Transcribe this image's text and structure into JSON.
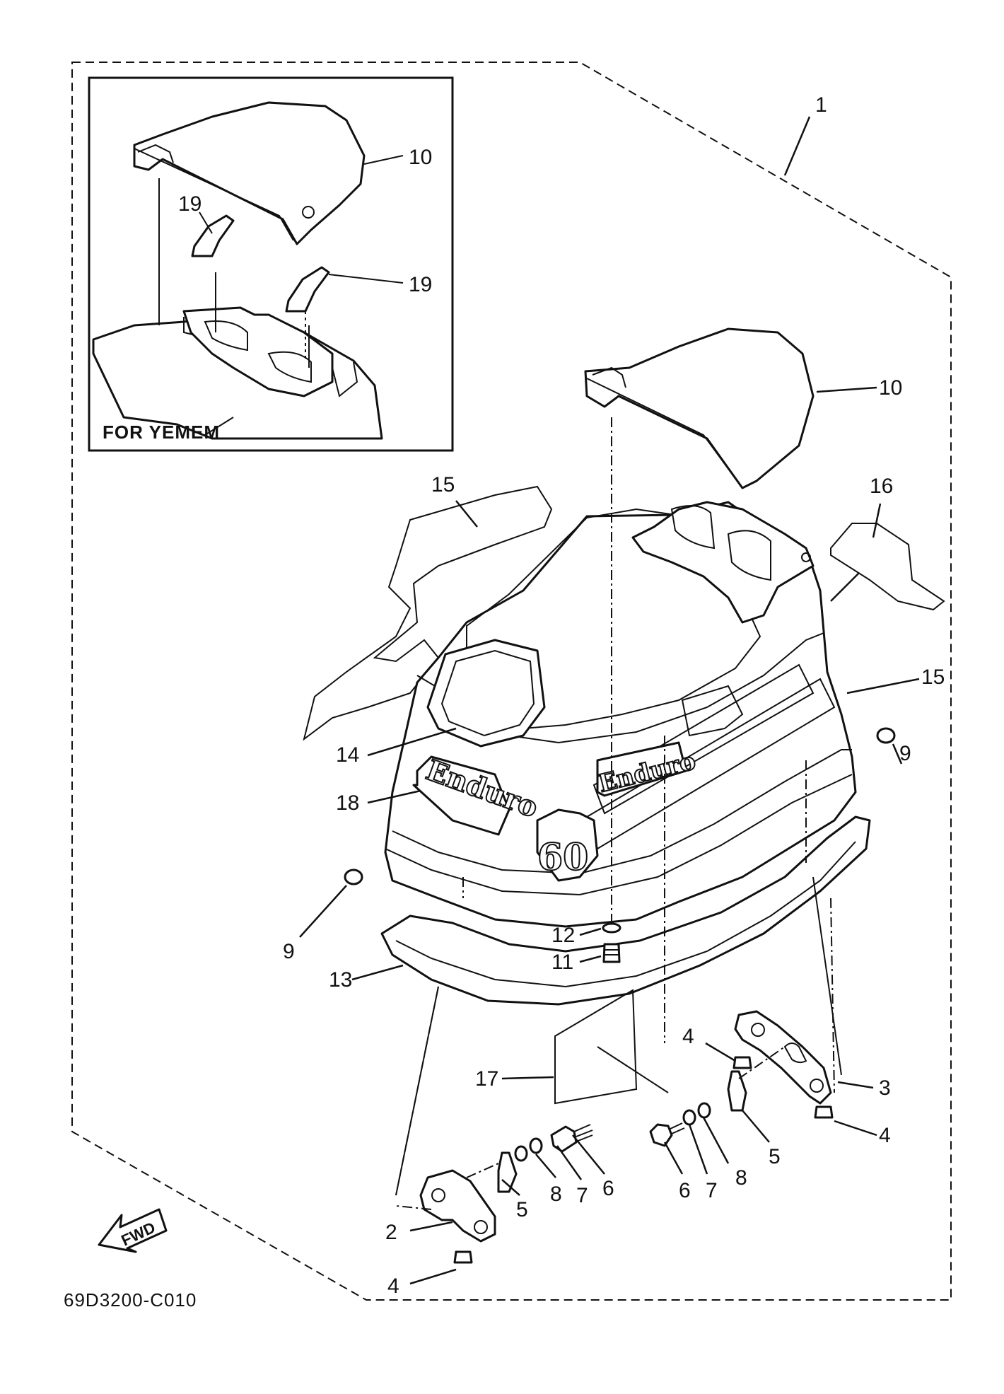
{
  "inset": {
    "title": "FOR YEMEM"
  },
  "diagram_code": "69D3200-C010",
  "direction_marker": {
    "label": "FWD",
    "icon": "forward-arrow-icon"
  },
  "logo_text": {
    "brand": "Enduro",
    "model": "60"
  },
  "callouts": [
    {
      "id": "c1",
      "label": "1"
    },
    {
      "id": "c10a",
      "label": "10"
    },
    {
      "id": "c19a",
      "label": "19"
    },
    {
      "id": "c19b",
      "label": "19"
    },
    {
      "id": "c10b",
      "label": "10"
    },
    {
      "id": "c15a",
      "label": "15"
    },
    {
      "id": "c16",
      "label": "16"
    },
    {
      "id": "c15b",
      "label": "15"
    },
    {
      "id": "c9a",
      "label": "9"
    },
    {
      "id": "c14",
      "label": "14"
    },
    {
      "id": "c18",
      "label": "18"
    },
    {
      "id": "c9b",
      "label": "9"
    },
    {
      "id": "c12",
      "label": "12"
    },
    {
      "id": "c11",
      "label": "11"
    },
    {
      "id": "c13",
      "label": "13"
    },
    {
      "id": "c4a",
      "label": "4"
    },
    {
      "id": "c3",
      "label": "3"
    },
    {
      "id": "c4b",
      "label": "4"
    },
    {
      "id": "c17",
      "label": "17"
    },
    {
      "id": "c5a",
      "label": "5"
    },
    {
      "id": "c8a",
      "label": "8"
    },
    {
      "id": "c7a",
      "label": "7"
    },
    {
      "id": "c6a",
      "label": "6"
    },
    {
      "id": "c5b",
      "label": "5"
    },
    {
      "id": "c8b",
      "label": "8"
    },
    {
      "id": "c7b",
      "label": "7"
    },
    {
      "id": "c6b",
      "label": "6"
    },
    {
      "id": "c2",
      "label": "2"
    },
    {
      "id": "c4c",
      "label": "4"
    }
  ]
}
